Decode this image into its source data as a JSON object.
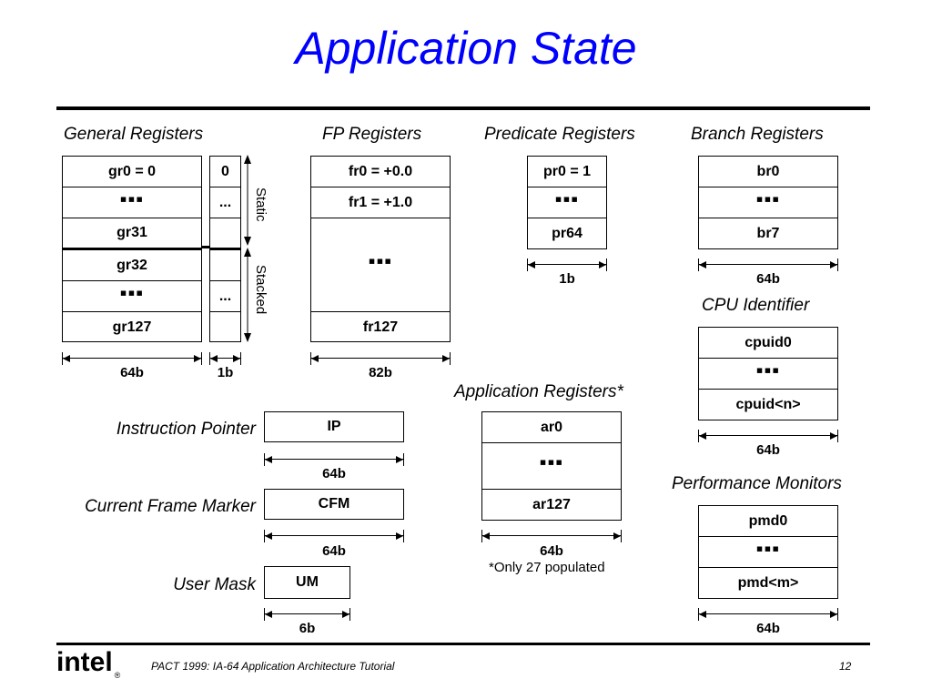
{
  "title": "Application State",
  "general_registers": {
    "header": "General Registers",
    "main_cells": [
      "gr0 = 0",
      "▪▪▪",
      "gr31",
      "gr32",
      "▪▪▪",
      "gr127"
    ],
    "nat_cells": [
      "0",
      "...",
      "",
      "",
      "...",
      ""
    ],
    "width_main": "64b",
    "width_nat": "1b",
    "static_label": "Static",
    "stacked_label": "Stacked"
  },
  "fp_registers": {
    "header": "FP Registers",
    "cells": [
      "fr0 = +0.0",
      "fr1 = +1.0",
      "▪▪▪",
      "fr127"
    ],
    "width": "82b"
  },
  "predicate_registers": {
    "header": "Predicate Registers",
    "cells": [
      "pr0 = 1",
      "▪▪▪",
      "pr64"
    ],
    "width": "1b"
  },
  "branch_registers": {
    "header": "Branch Registers",
    "cells": [
      "br0",
      "▪▪▪",
      "br7"
    ],
    "width": "64b"
  },
  "cpu_identifier": {
    "header": "CPU Identifier",
    "cells": [
      "cpuid0",
      "▪▪▪",
      "cpuid<n>"
    ],
    "width": "64b"
  },
  "application_registers": {
    "header": "Application Registers*",
    "cells": [
      "ar0",
      "▪▪▪",
      "ar127"
    ],
    "width": "64b",
    "footnote": "*Only 27 populated"
  },
  "instruction_pointer": {
    "label": "Instruction Pointer",
    "cell": "IP",
    "width": "64b"
  },
  "current_frame_marker": {
    "label": "Current Frame Marker",
    "cell": "CFM",
    "width": "64b"
  },
  "user_mask": {
    "label": "User Mask",
    "cell": "UM",
    "width": "6b"
  },
  "performance_monitors": {
    "header": "Performance Monitors",
    "cells": [
      "pmd0",
      "▪▪▪",
      "pmd<m>"
    ],
    "width": "64b"
  },
  "footer": {
    "logo": "intel",
    "text": "PACT 1999: IA-64 Application Architecture Tutorial",
    "page": "12"
  },
  "colors": {
    "title": "#0000ff",
    "text": "#000000",
    "background": "#ffffff"
  }
}
